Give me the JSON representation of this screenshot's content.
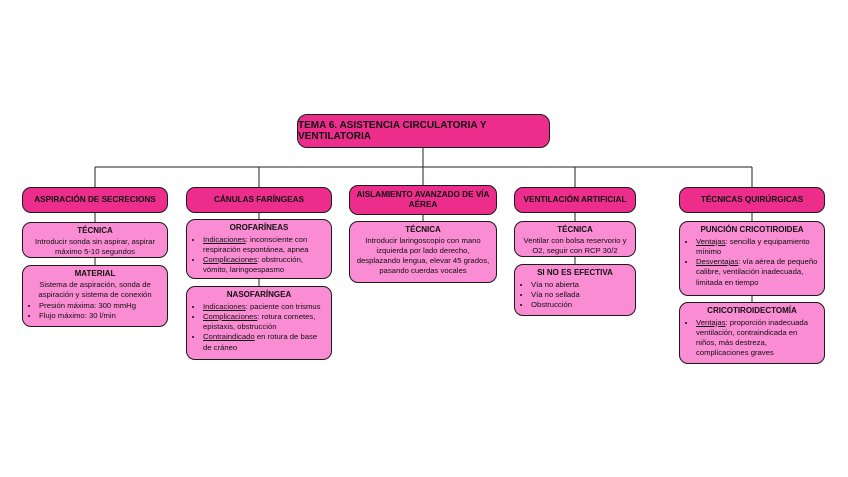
{
  "title": "TEMA 6. ASISTENCIA CIRCULATORIA Y VENTILATORIA",
  "columns": [
    {
      "header": "ASPIRACIÓN DE SECRECIONS",
      "cards": [
        {
          "title": "TÉCNICA",
          "text": "Introducir sonda sin aspirar, aspirar máximo 5-10 segundos"
        },
        {
          "title": "MATERIAL",
          "text": "Sistema de aspiración, sonda de aspiración y sistema de conexión",
          "items": [
            "Presión máxima: 300 mmHg",
            "Flujo máximo: 30 l/min"
          ]
        }
      ]
    },
    {
      "header": "CÁNULAS FARÍNGEAS",
      "cards": [
        {
          "title": "OROFARÍNEAS",
          "items": [
            {
              "label": "Indicaciones",
              "text": ": inconsciente con respiración espontánea, apnea"
            },
            {
              "label": "Complicaciones",
              "text": ": obstrucción, vómito, laringoespasmo"
            }
          ]
        },
        {
          "title": "NASOFARÍNGEA",
          "items": [
            {
              "label": "Indicaciones",
              "text": ": paciente con trismus"
            },
            {
              "label": "Complicaciones",
              "text": ": rotura cornetes, epistaxis, obstrucción"
            },
            {
              "label": "Contraindicado",
              "text": " en rotura de base de cráneo"
            }
          ]
        }
      ]
    },
    {
      "header": "AISLAMIENTO AVANZADO DE VÍA AÉREA",
      "cards": [
        {
          "title": "TÉCNICA",
          "text": "Introducir laringoscopio con mano izquierda por lado derecho, desplazando lengua, elevar 45 grados, pasando cuerdas vocales"
        }
      ]
    },
    {
      "header": "VENTILACIÓN ARTIFICIAL",
      "cards": [
        {
          "title": "TÉCNICA",
          "text": "Ventilar con bolsa reservorio y O2, seguir con RCP 30/2"
        },
        {
          "title": "SI NO ES EFECTIVA",
          "items": [
            "Vía no abierta",
            "Vía no sellada",
            "Obstrucción"
          ]
        }
      ]
    },
    {
      "header": "TÉCNICAS QUIRÚRGICAS",
      "cards": [
        {
          "title": "PUNCIÓN CRICOTIROIDEA",
          "items": [
            {
              "label": "Ventajas",
              "text": ": sencilla y equipamiento mínimo"
            },
            {
              "label": "Desventajas",
              "text": ": vía aérea de pequeño calibre, ventilación inadecuada, limitada en tiempo"
            }
          ]
        },
        {
          "title": "CRICOTIROIDECTOMÍA",
          "items": [
            {
              "label": "Ventajas",
              "text": ": proporción inadecuada ventilación, contraindicada en niños, más destreza, complicaciones graves"
            }
          ]
        }
      ]
    }
  ]
}
